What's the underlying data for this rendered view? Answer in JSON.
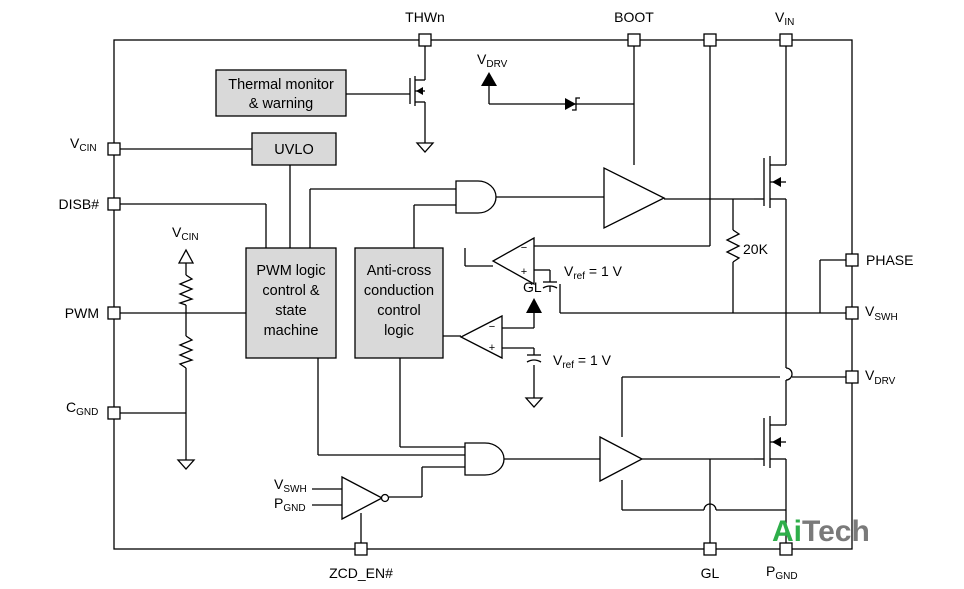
{
  "pins": {
    "thwn": "THWn",
    "boot": "BOOT",
    "vin_main": "V",
    "vin_sub": "IN",
    "vcin_main": "V",
    "vcin_sub": "CIN",
    "disb": "DISB#",
    "pwm": "PWM",
    "cgnd_main": "C",
    "cgnd_sub": "GND",
    "phase": "PHASE",
    "vswh_main": "V",
    "vswh_sub": "SWH",
    "vdrv_main": "V",
    "vdrv_sub": "DRV",
    "zcd_en": "ZCD_EN#",
    "gl": "GL",
    "pgnd_main": "P",
    "pgnd_sub": "GND"
  },
  "blocks": {
    "thermal_line1": "Thermal monitor",
    "thermal_line2": "& warning",
    "uvlo": "UVLO",
    "pwm_line1": "PWM logic",
    "pwm_line2": "control &",
    "pwm_line3": "state",
    "pwm_line4": "machine",
    "anti_line1": "Anti-cross",
    "anti_line2": "conduction",
    "anti_line3": "control",
    "anti_line4": "logic"
  },
  "labels": {
    "vdrv_internal_main": "V",
    "vdrv_internal_sub": "DRV",
    "vcin_internal_main": "V",
    "vcin_internal_sub": "CIN",
    "resistor_20k": "20K",
    "vref1_main": "V",
    "vref1_sub": "ref",
    "vref1_val": " = 1 V",
    "vref2_main": "V",
    "vref2_sub": "ref",
    "vref2_val": " = 1 V",
    "gl_internal": "GL",
    "vswh_in_main": "V",
    "vswh_in_sub": "SWH",
    "pgnd_in_main": "P",
    "pgnd_in_sub": "GND",
    "opamp_minus": "−",
    "opamp_plus": "+"
  },
  "logo": {
    "ai": "Ai",
    "tech": "Tech"
  }
}
